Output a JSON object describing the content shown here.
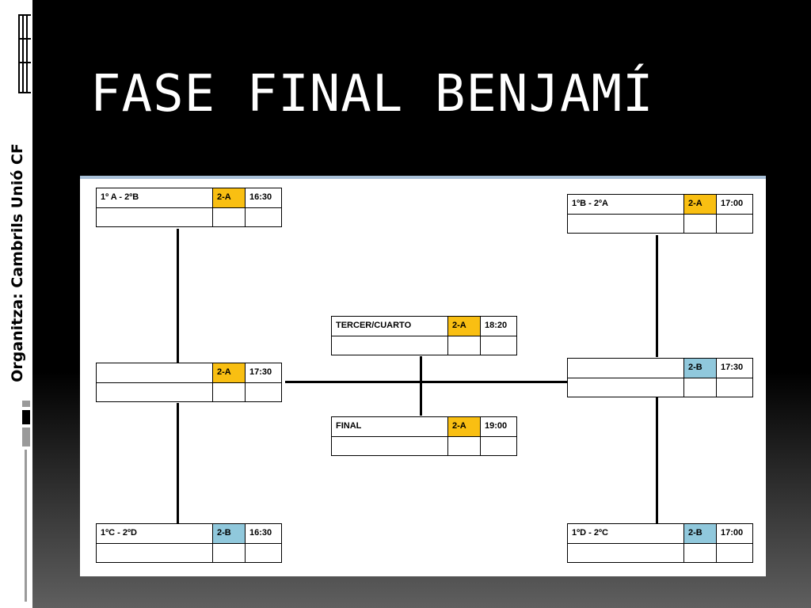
{
  "sidebar": {
    "organizer": "Organitza: Cambrils Unió CF"
  },
  "title": "FASE FINAL BENJAMÍ",
  "colors": {
    "field_a": "#f9bf12",
    "field_b": "#90c8dc"
  },
  "matches": {
    "qf1": {
      "teams": "1º A - 2ºB",
      "field": "2-A",
      "time": "16:30"
    },
    "sf1": {
      "teams": "",
      "field": "2-A",
      "time": "17:30"
    },
    "qf2": {
      "teams": "1ºC - 2ºD",
      "field": "2-B",
      "time": "16:30"
    },
    "third": {
      "teams": "TERCER/CUARTO",
      "field": "2-A",
      "time": "18:20"
    },
    "final": {
      "teams": "FINAL",
      "field": "2-A",
      "time": "19:00"
    },
    "qf3": {
      "teams": "1ºB - 2ºA",
      "field": "2-A",
      "time": "17:00"
    },
    "sf2": {
      "teams": "",
      "field": "2-B",
      "time": "17:30"
    },
    "qf4": {
      "teams": "1ºD - 2ºC",
      "field": "2-B",
      "time": "17:00"
    }
  }
}
